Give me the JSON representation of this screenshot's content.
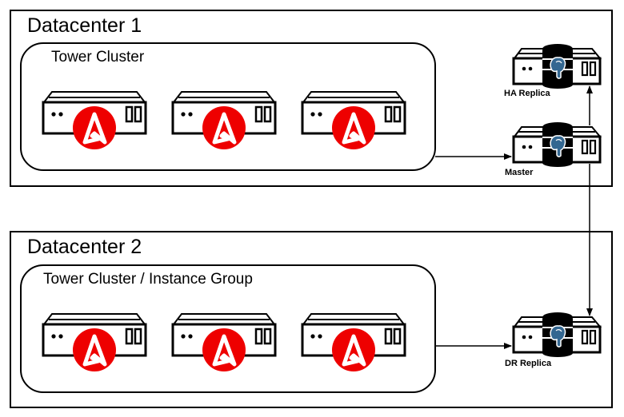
{
  "datacenters": [
    {
      "title": "Datacenter 1",
      "cluster_label": "Tower Cluster"
    },
    {
      "title": "Datacenter 2",
      "cluster_label": "Tower Cluster / Instance Group"
    }
  ],
  "databases": {
    "ha_replica": "HA Replica",
    "master": "Master",
    "dr_replica": "DR Replica"
  },
  "icons": {
    "server": "server-icon",
    "ansible": "ansible-logo-icon",
    "database": "postgresql-database-icon"
  },
  "colors": {
    "ansible_red": "#e00",
    "outline": "#000000",
    "background": "#ffffff"
  }
}
